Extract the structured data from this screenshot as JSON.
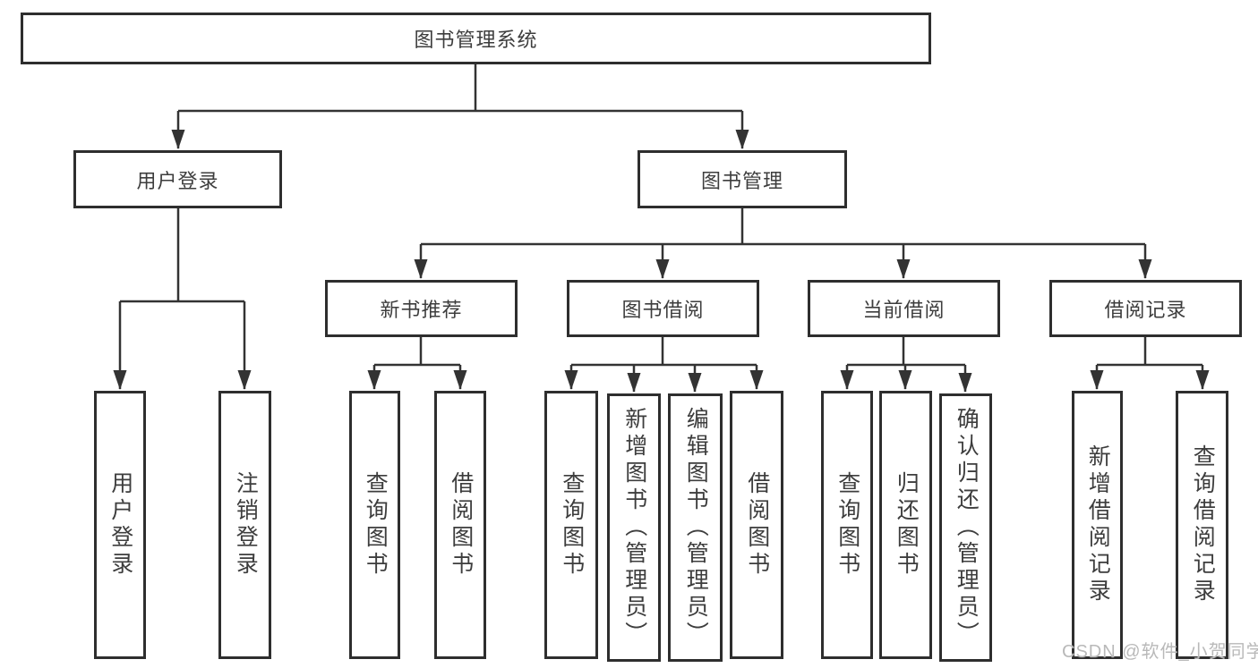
{
  "diagram": {
    "nodes": {
      "root": "图书管理系统",
      "level2": {
        "user_login": "用户登录",
        "book_mgmt": "图书管理"
      },
      "level3": {
        "new_book_rec": "新书推荐",
        "book_borrow": "图书借阅",
        "current_borrow": "当前借阅",
        "borrow_record": "借阅记录"
      },
      "leaves": {
        "user_login": "用户登录",
        "logout": "注销登录",
        "rec_query_book": "查询图书",
        "rec_borrow_book": "借阅图书",
        "bor_query_book": "查询图书",
        "bor_add_book": "新增图书（管理员）",
        "bor_edit_book": "编辑图书（管理员）",
        "bor_borrow_book": "借阅图书",
        "cur_query_book": "查询图书",
        "cur_return_book": "归还图书",
        "cur_confirm_return": "确认归还（管理员）",
        "log_add_record": "新增借阅记录",
        "log_query_record": "查询借阅记录"
      }
    },
    "watermark": "CSDN @软件_小贺同学",
    "colors": {
      "line": "#333333",
      "box_border": "#2e2e2e",
      "text": "#3d3d3d",
      "watermark": "#b9b9b9",
      "background": "#ffffff"
    }
  }
}
